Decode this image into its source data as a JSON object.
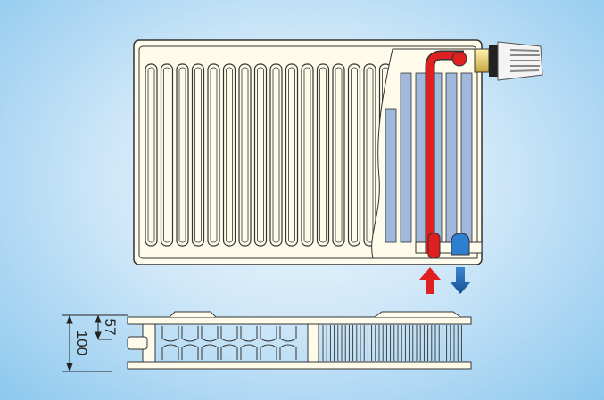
{
  "diagram": {
    "dimensions": {
      "total_depth": "100",
      "connection_height": "57"
    },
    "colors": {
      "supply": "#e02020",
      "return": "#1a5ea8",
      "panel": "#fffbea",
      "outline": "#333333",
      "water_panel": "#9fb8dc"
    },
    "fin_count": 16
  }
}
